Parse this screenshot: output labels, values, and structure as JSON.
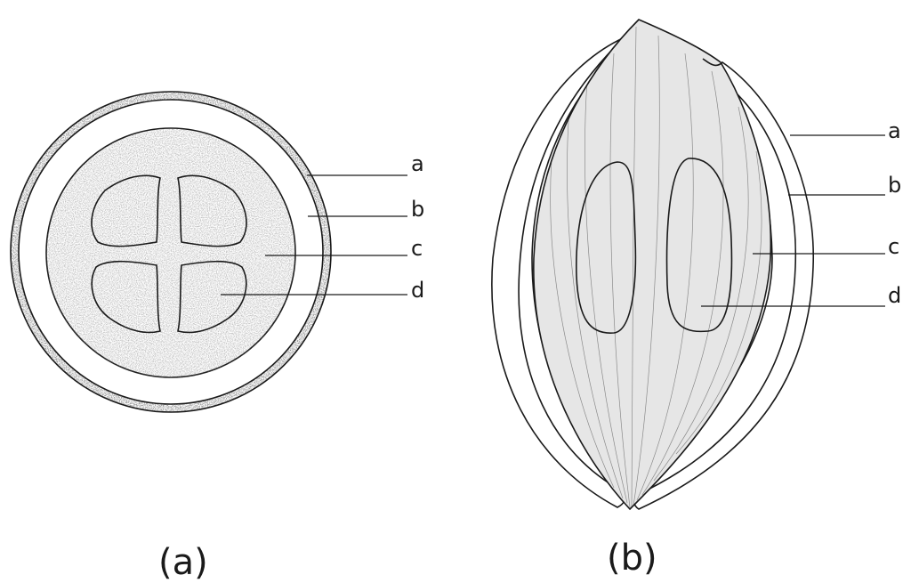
{
  "panels": [
    {
      "caption": "(a)",
      "labels": [
        "a",
        "b",
        "c",
        "d"
      ]
    },
    {
      "caption": "(b)",
      "labels": [
        "a",
        "b",
        "c",
        "d"
      ]
    }
  ]
}
